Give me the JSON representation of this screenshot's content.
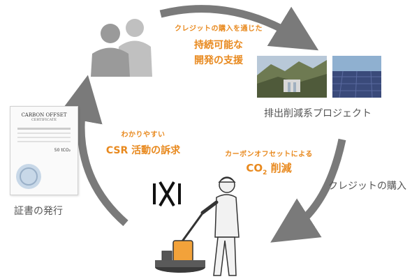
{
  "colors": {
    "accent": "#e8891e",
    "arrow": "#7a7a7a",
    "label": "#555555",
    "sky": "#b8c8d8",
    "solar": "#3a4a7a",
    "vest": "#f2a23a"
  },
  "top": {
    "small": "クレジットの購入を通じた",
    "line1": "持続可能な",
    "line2": "開発の支援"
  },
  "project_label": "排出削減系プロジェクト",
  "purchase_label": "クレジットの購入",
  "carbon": {
    "small": "カーボンオフセットによる",
    "big_prefix": "CO",
    "big_sub": "2",
    "big_suffix": " 削減"
  },
  "csr": {
    "small": "わかりやすい",
    "big": "CSR 活動の訴求"
  },
  "certificate": {
    "title": "CARBON OFFSET",
    "subtitle": "CERTIFICATE",
    "value": "50 tCO₂"
  },
  "certificate_label": "証書の発行",
  "icons": [
    "people-silhouette-icon",
    "worker-floor-polisher-icon",
    "company-logo-icon",
    "certificate-icon"
  ]
}
